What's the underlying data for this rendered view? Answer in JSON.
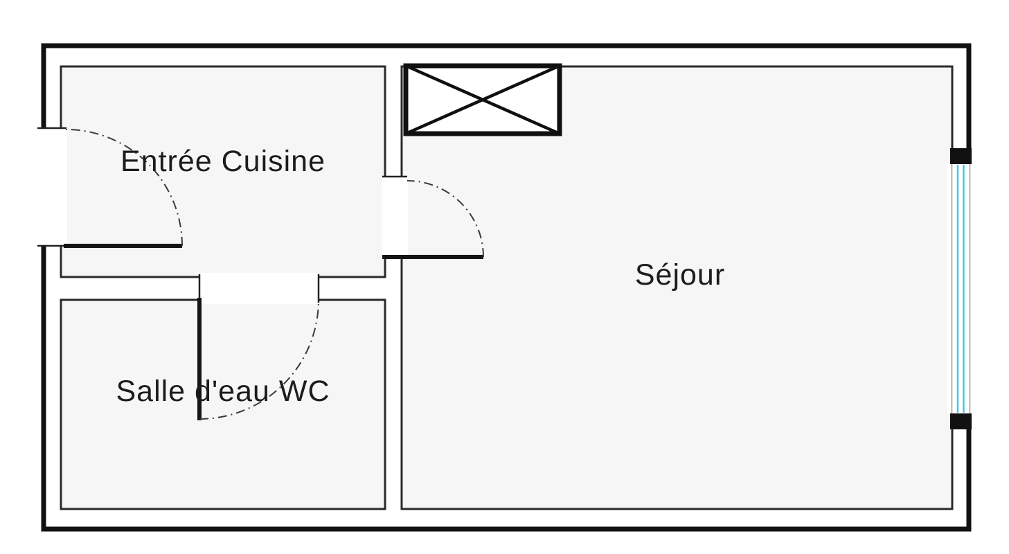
{
  "floorplan": {
    "rooms": [
      {
        "id": "entree-cuisine",
        "label": "Entrée Cuisine"
      },
      {
        "id": "salle-eau-wc",
        "label": "Salle d'eau WC"
      },
      {
        "id": "sejour",
        "label": "Séjour"
      }
    ],
    "colors": {
      "wall": "#111111",
      "room_fill": "#f6f6f6",
      "window_glazing": "#46c5e8"
    }
  }
}
